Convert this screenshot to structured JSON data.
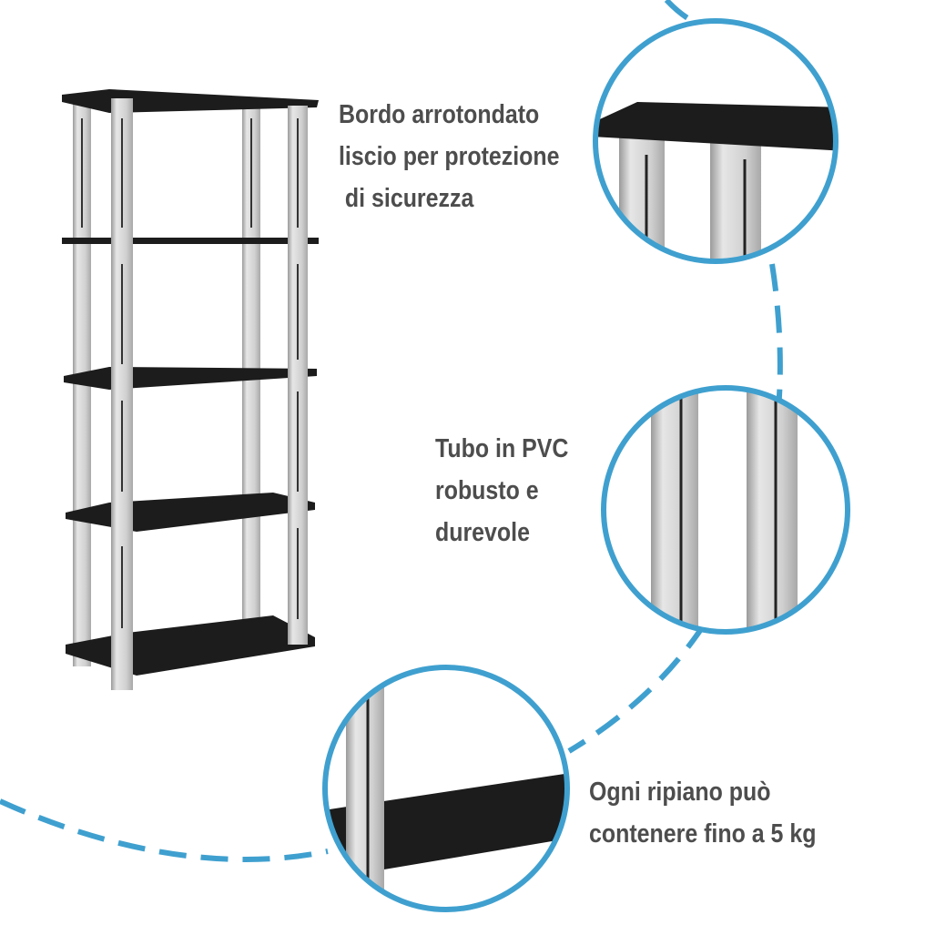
{
  "colors": {
    "accent": "#3fa0cf",
    "text": "#4d4d4d",
    "shelf": "#1c1c1c",
    "tube": "#d9d9d9"
  },
  "features": [
    {
      "lines": [
        "Bordo arrotondato",
        "liscio per protezione",
        " di sicurezza"
      ]
    },
    {
      "lines": [
        "Tubo in PVC",
        "robusto e",
        "durevole"
      ]
    },
    {
      "lines": [
        "Ogni ripiano può",
        "contenere fino a 5 kg"
      ]
    }
  ]
}
